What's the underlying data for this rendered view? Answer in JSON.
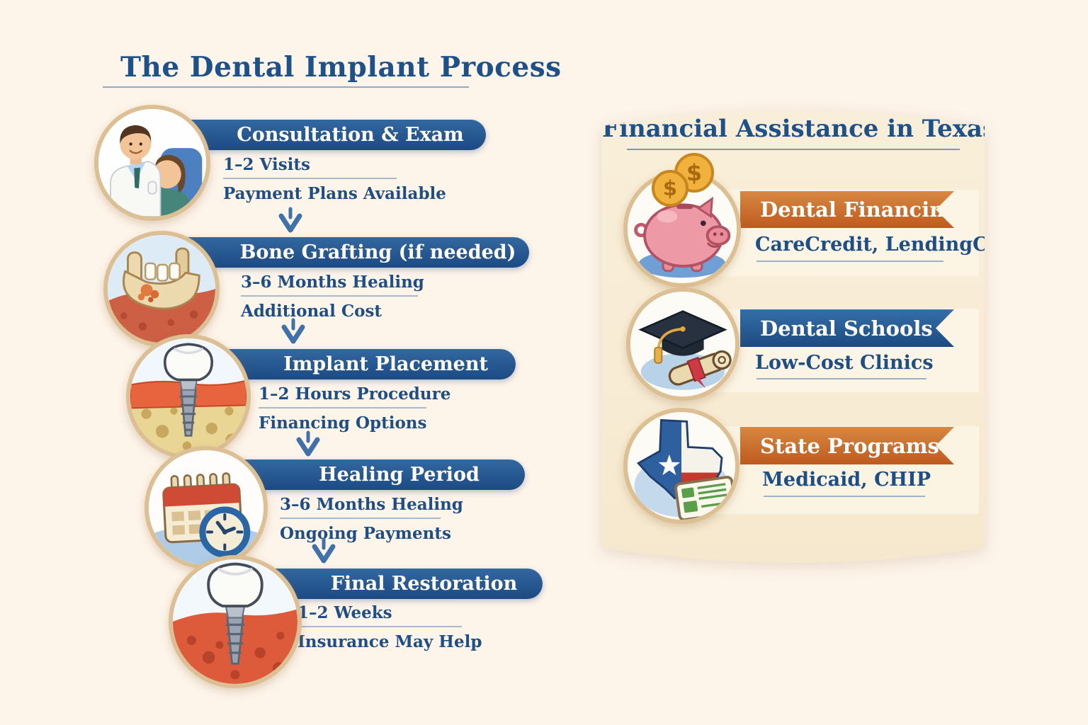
{
  "left": {
    "title": "The Dental Implant Process",
    "steps": [
      {
        "title": "Consultation & Exam",
        "line1": "1–2 Visits",
        "line2": "Payment Plans Available",
        "icon": "dentist-patient-icon"
      },
      {
        "title": "Bone Grafting (if needed)",
        "line1": "3–6 Months Healing",
        "line2": "Additional Cost",
        "icon": "jawbone-graft-icon"
      },
      {
        "title": "Implant Placement",
        "line1": "1–2 Hours Procedure",
        "line2": "Financing Options",
        "icon": "implant-placement-icon"
      },
      {
        "title": "Healing Period",
        "line1": "3–6 Months Healing",
        "line2": "Ongoing Payments",
        "icon": "calendar-clock-icon"
      },
      {
        "title": "Final Restoration",
        "line1": "1–2 Weeks",
        "line2": "Insurance May Help",
        "icon": "crown-implant-icon"
      }
    ],
    "connector_icon": "down-arrow-icon"
  },
  "right": {
    "title": "Financial Assistance in Texas",
    "items": [
      {
        "title": "Dental Financing",
        "subtitle": "CareCredit, LendingClub",
        "icon": "piggy-bank-coins-icon",
        "banner_color": "orange"
      },
      {
        "title": "Dental Schools",
        "subtitle": "Low-Cost Clinics",
        "icon": "graduation-cap-diploma-icon",
        "banner_color": "blue"
      },
      {
        "title": "State Programs",
        "subtitle": "Medicaid, CHIP",
        "icon": "texas-map-card-icon",
        "banner_color": "orange"
      }
    ]
  },
  "colors": {
    "page_bg": "#fdf4ea",
    "panel_bg": "#f8ecd5",
    "banner_blue": "#1c4a84",
    "ribbon_orange": "#bf5a1e",
    "text_blue": "#1d4e86",
    "title_blue": "#1d5189",
    "circle_border": "#dcbf92",
    "arrow_blue": "#3f72ab"
  }
}
